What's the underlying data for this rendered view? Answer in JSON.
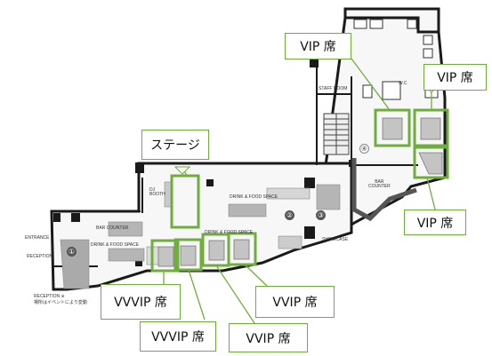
{
  "colors": {
    "accent_green": "#6fae3c",
    "wall": "#1a1a1a",
    "floor": "#f7f7f7"
  },
  "callouts": {
    "vip_top_left": "VIP 席",
    "vip_top_right": "VIP 席",
    "stage": "ステージ",
    "vip_right": "VIP 席",
    "vvip_1": "VVVIP 席",
    "vvip_2": "VVVIP 席",
    "vvip_3": "VVIP 席",
    "vvip_4": "VVIP 席"
  },
  "labels": {
    "staff_room": "STAFF ROOM",
    "wc": "W.C",
    "bar_counter_right": "BAR\nCOUNTER",
    "bar_counter_left": "BAR COUNTER",
    "dj_booth": "DJ\nBOOTH",
    "drink_food_center": "DRINK & FOOD SPACE",
    "drink_food_lower": "DRINK & FOOD SPACE",
    "drink_food_left": "DRINK & FOOD SPACE",
    "entrance": "ENTRANCE",
    "reception": "RECEPTION",
    "showcase": "SHOWCASE",
    "reception_note_1": "RECEPTION ※",
    "reception_note_2": "場所はイベントにより変動"
  },
  "markers": {
    "m1": "①",
    "m2": "②",
    "m3": "③",
    "m4": "④"
  }
}
